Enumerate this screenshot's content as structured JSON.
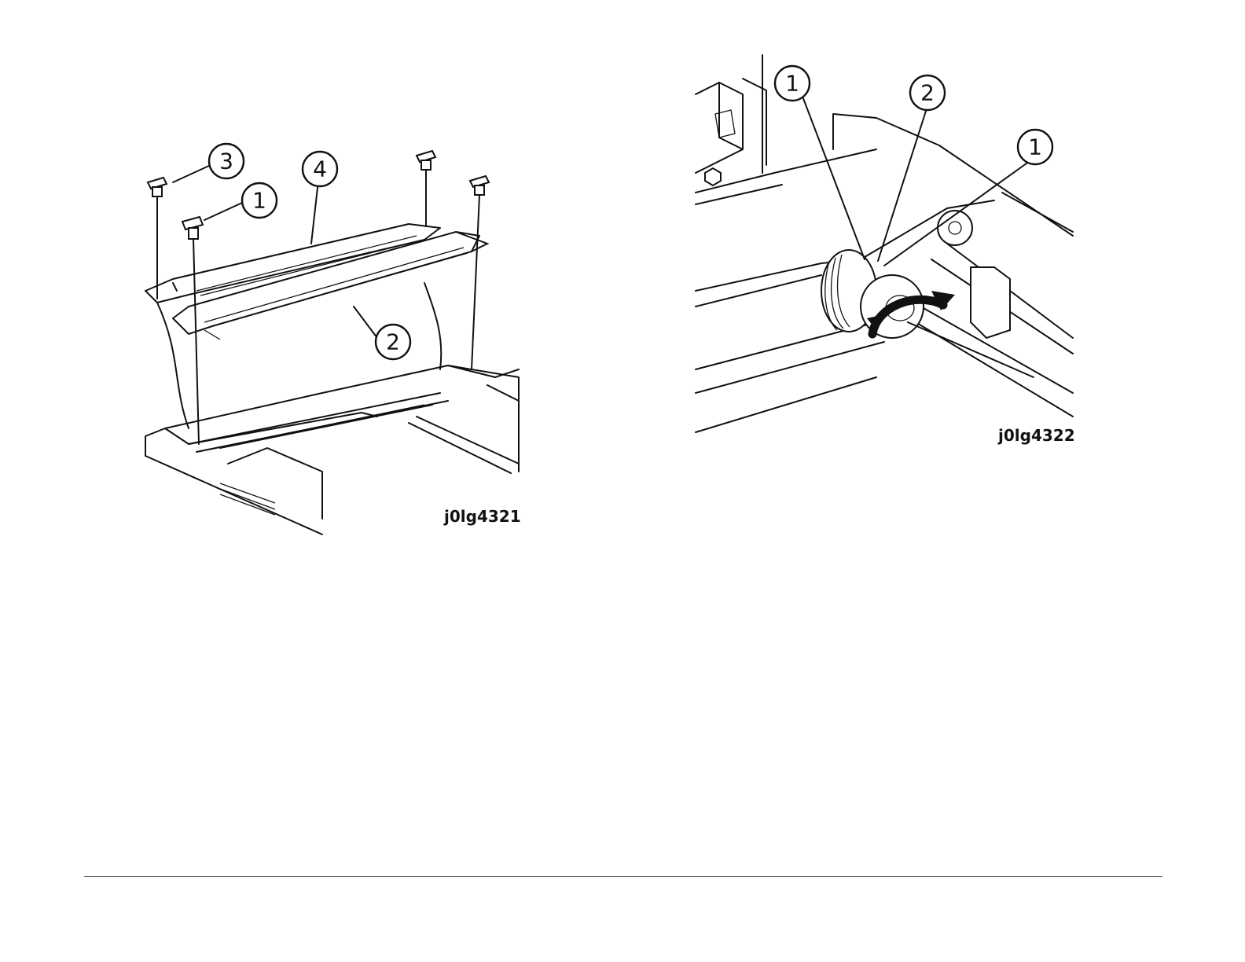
{
  "figures": [
    {
      "id": "j0lg4321",
      "callouts": [
        "3",
        "4",
        "1",
        "2"
      ]
    },
    {
      "id": "j0lg4322",
      "callouts": [
        "1",
        "2",
        "1"
      ]
    }
  ],
  "colors": {
    "line": "#111111",
    "background": "#ffffff"
  }
}
